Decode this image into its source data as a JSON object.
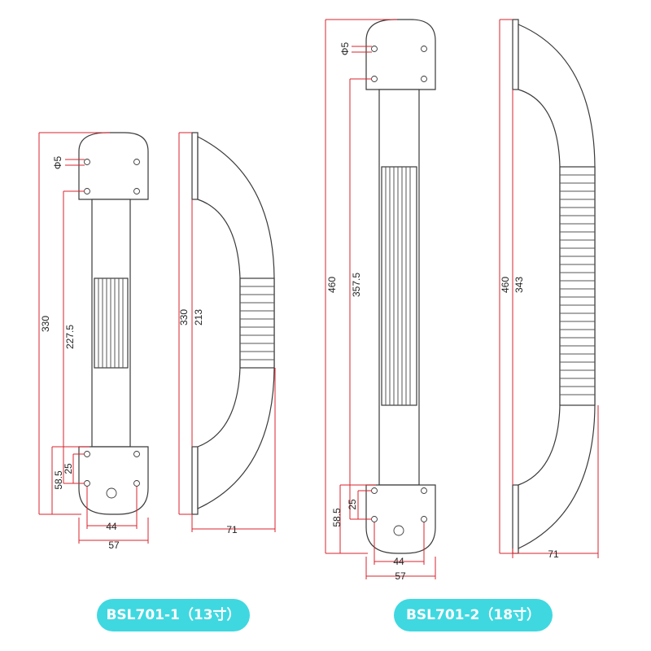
{
  "models": [
    {
      "label": "BSL701-1（13寸）",
      "front_view": {
        "overall_length": "330",
        "hole_spacing": "227.5",
        "hole_diameter": "Φ5",
        "bottom_offset": "58.5",
        "hole_offset": "25",
        "hole_width": "44",
        "plate_width": "57"
      },
      "side_view": {
        "overall_length": "330",
        "inner_length": "213",
        "depth": "71"
      }
    },
    {
      "label": "BSL701-2（18寸）",
      "front_view": {
        "overall_length": "460",
        "hole_spacing": "357.5",
        "hole_diameter": "Φ5",
        "bottom_offset": "58.5",
        "hole_offset": "25",
        "hole_width": "44",
        "plate_width": "57"
      },
      "side_view": {
        "overall_length": "460",
        "inner_length": "343",
        "depth": "71"
      }
    }
  ],
  "colors": {
    "dimension_line": "#d9232d",
    "outline": "#3a3a3a",
    "badge": "#3fd8e0"
  }
}
